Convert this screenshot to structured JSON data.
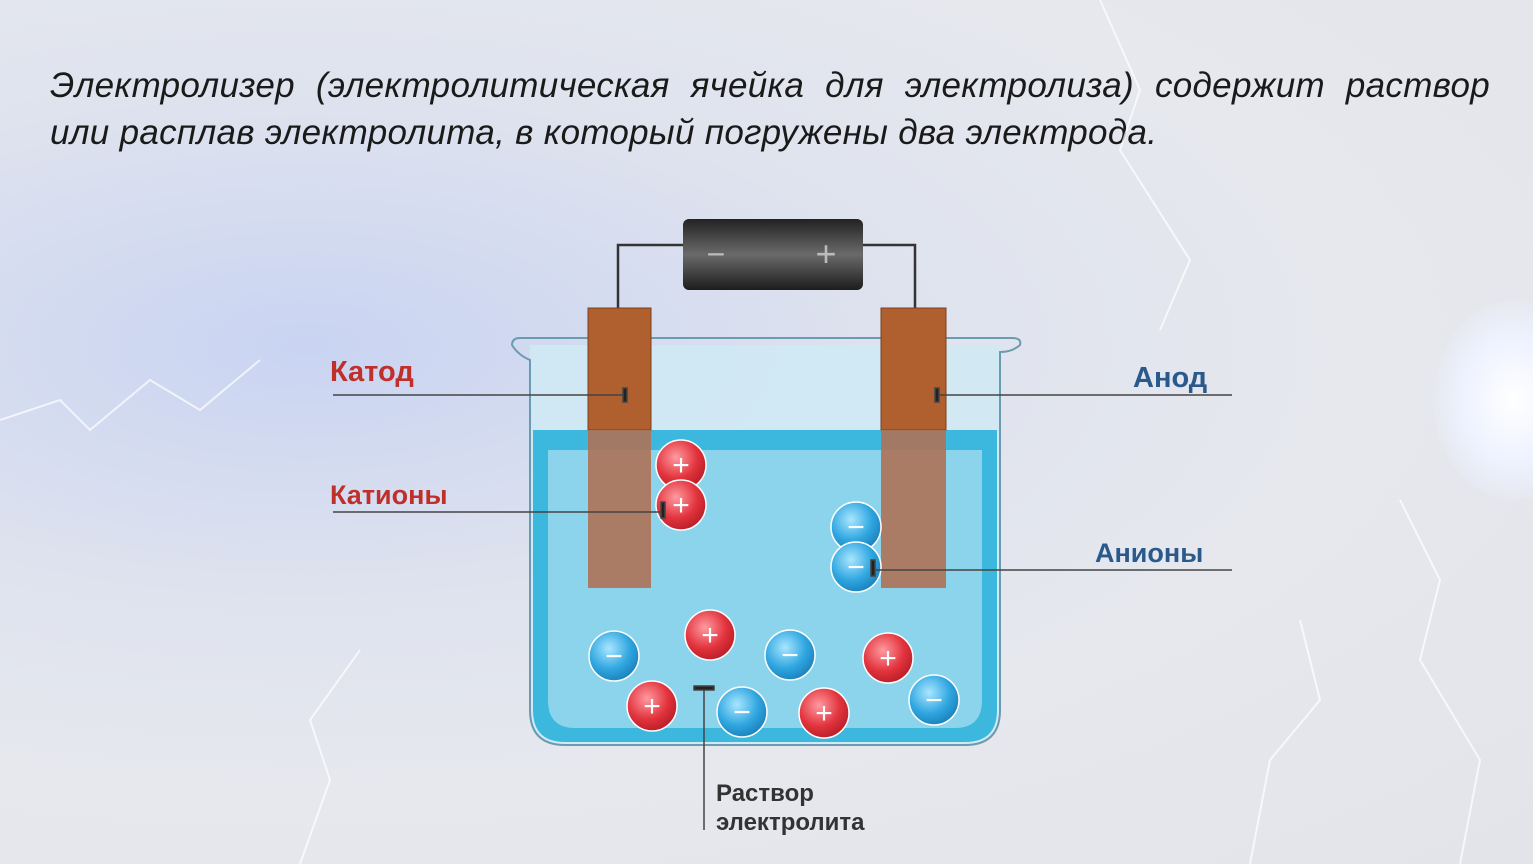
{
  "slide": {
    "title_text": "Электролизер (электролитическая ячейка для электролиза) содержит раствор или расплав электролита, в который погружены два электрода."
  },
  "diagram": {
    "battery": {
      "minus": "−",
      "plus": "+"
    },
    "labels": {
      "cathode": "Катод",
      "cations": "Катионы",
      "anode": "Анод",
      "anions": "Анионы",
      "solution_line1": "Раствор",
      "solution_line2": "электролита"
    },
    "ion_symbols": {
      "cation": "+",
      "anion": "−"
    },
    "colors": {
      "cathode_label": "#c0302a",
      "anode_label": "#2a5a8c",
      "electrode": "#b0602e",
      "liquid": "#3cb8de",
      "cation": "#e0303a",
      "anion": "#2aa0dc"
    }
  }
}
